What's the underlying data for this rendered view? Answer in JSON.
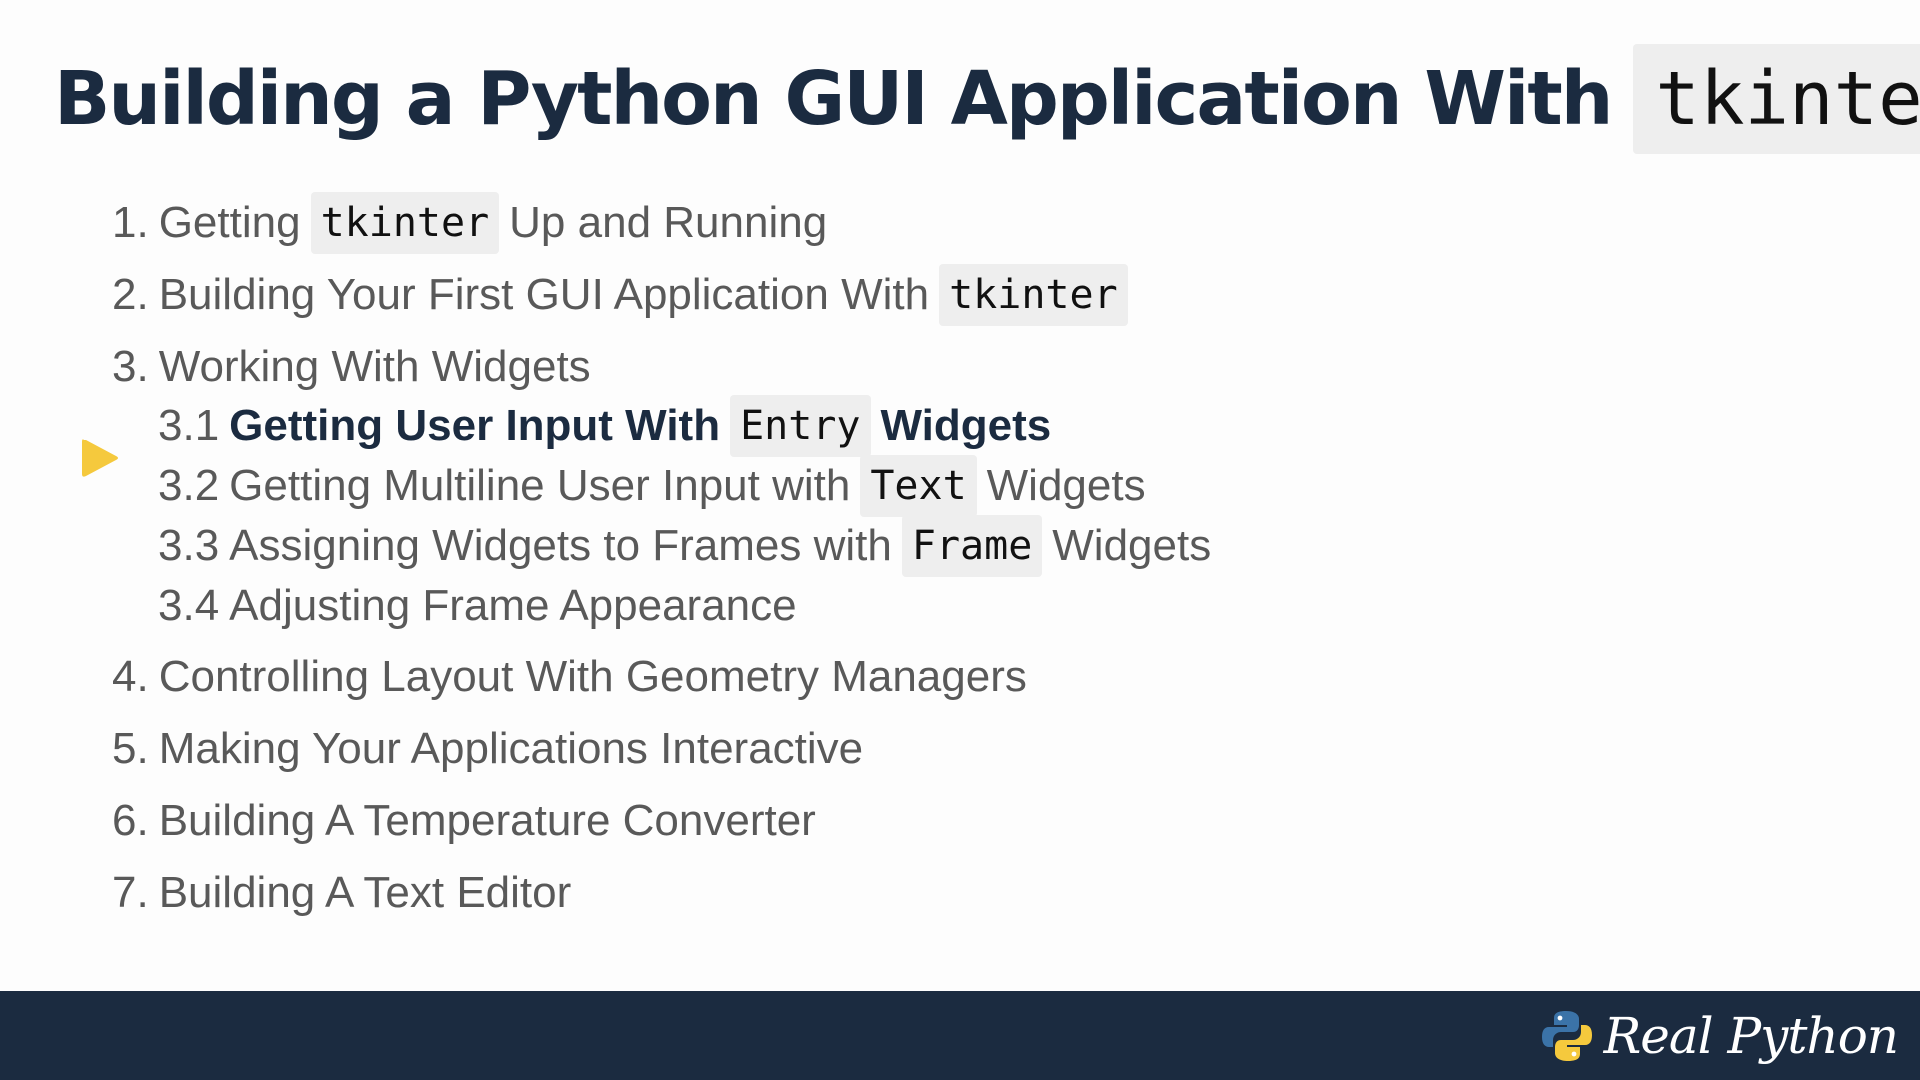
{
  "title": {
    "text": "Building a Python GUI Application With",
    "code": "tkinter"
  },
  "outline": [
    {
      "num": "1.",
      "before": "Getting",
      "code": "tkinter",
      "after": "Up and Running"
    },
    {
      "num": "2.",
      "before": "Building Your First GUI Application With",
      "code": "tkinter",
      "after": ""
    },
    {
      "num": "3.",
      "before": "Working With Widgets",
      "code": "",
      "after": ""
    },
    {
      "num": "3.1",
      "before": "Getting User Input With",
      "code": "Entry",
      "after": "Widgets",
      "active": true
    },
    {
      "num": "3.2",
      "before": "Getting Multiline User Input with",
      "code": "Text",
      "after": "Widgets"
    },
    {
      "num": "3.3",
      "before": "Assigning Widgets to Frames with",
      "code": "Frame",
      "after": "Widgets"
    },
    {
      "num": "3.4",
      "before": "Adjusting Frame Appearance",
      "code": "",
      "after": ""
    },
    {
      "num": "4.",
      "before": "Controlling Layout With Geometry Managers",
      "code": "",
      "after": ""
    },
    {
      "num": "5.",
      "before": "Making Your Applications Interactive",
      "code": "",
      "after": ""
    },
    {
      "num": "6.",
      "before": "Building A Temperature Converter",
      "code": "",
      "after": ""
    },
    {
      "num": "7.",
      "before": "Building A Text Editor",
      "code": "",
      "after": ""
    }
  ],
  "footer": {
    "brand": "Real Python",
    "logo_icon": "python-logo-icon"
  },
  "colors": {
    "title": "#1b2b40",
    "footer": "#1b2b40",
    "marker": "#f5c93d",
    "python_blue": "#3b73a8",
    "python_yellow": "#f5c93d"
  }
}
